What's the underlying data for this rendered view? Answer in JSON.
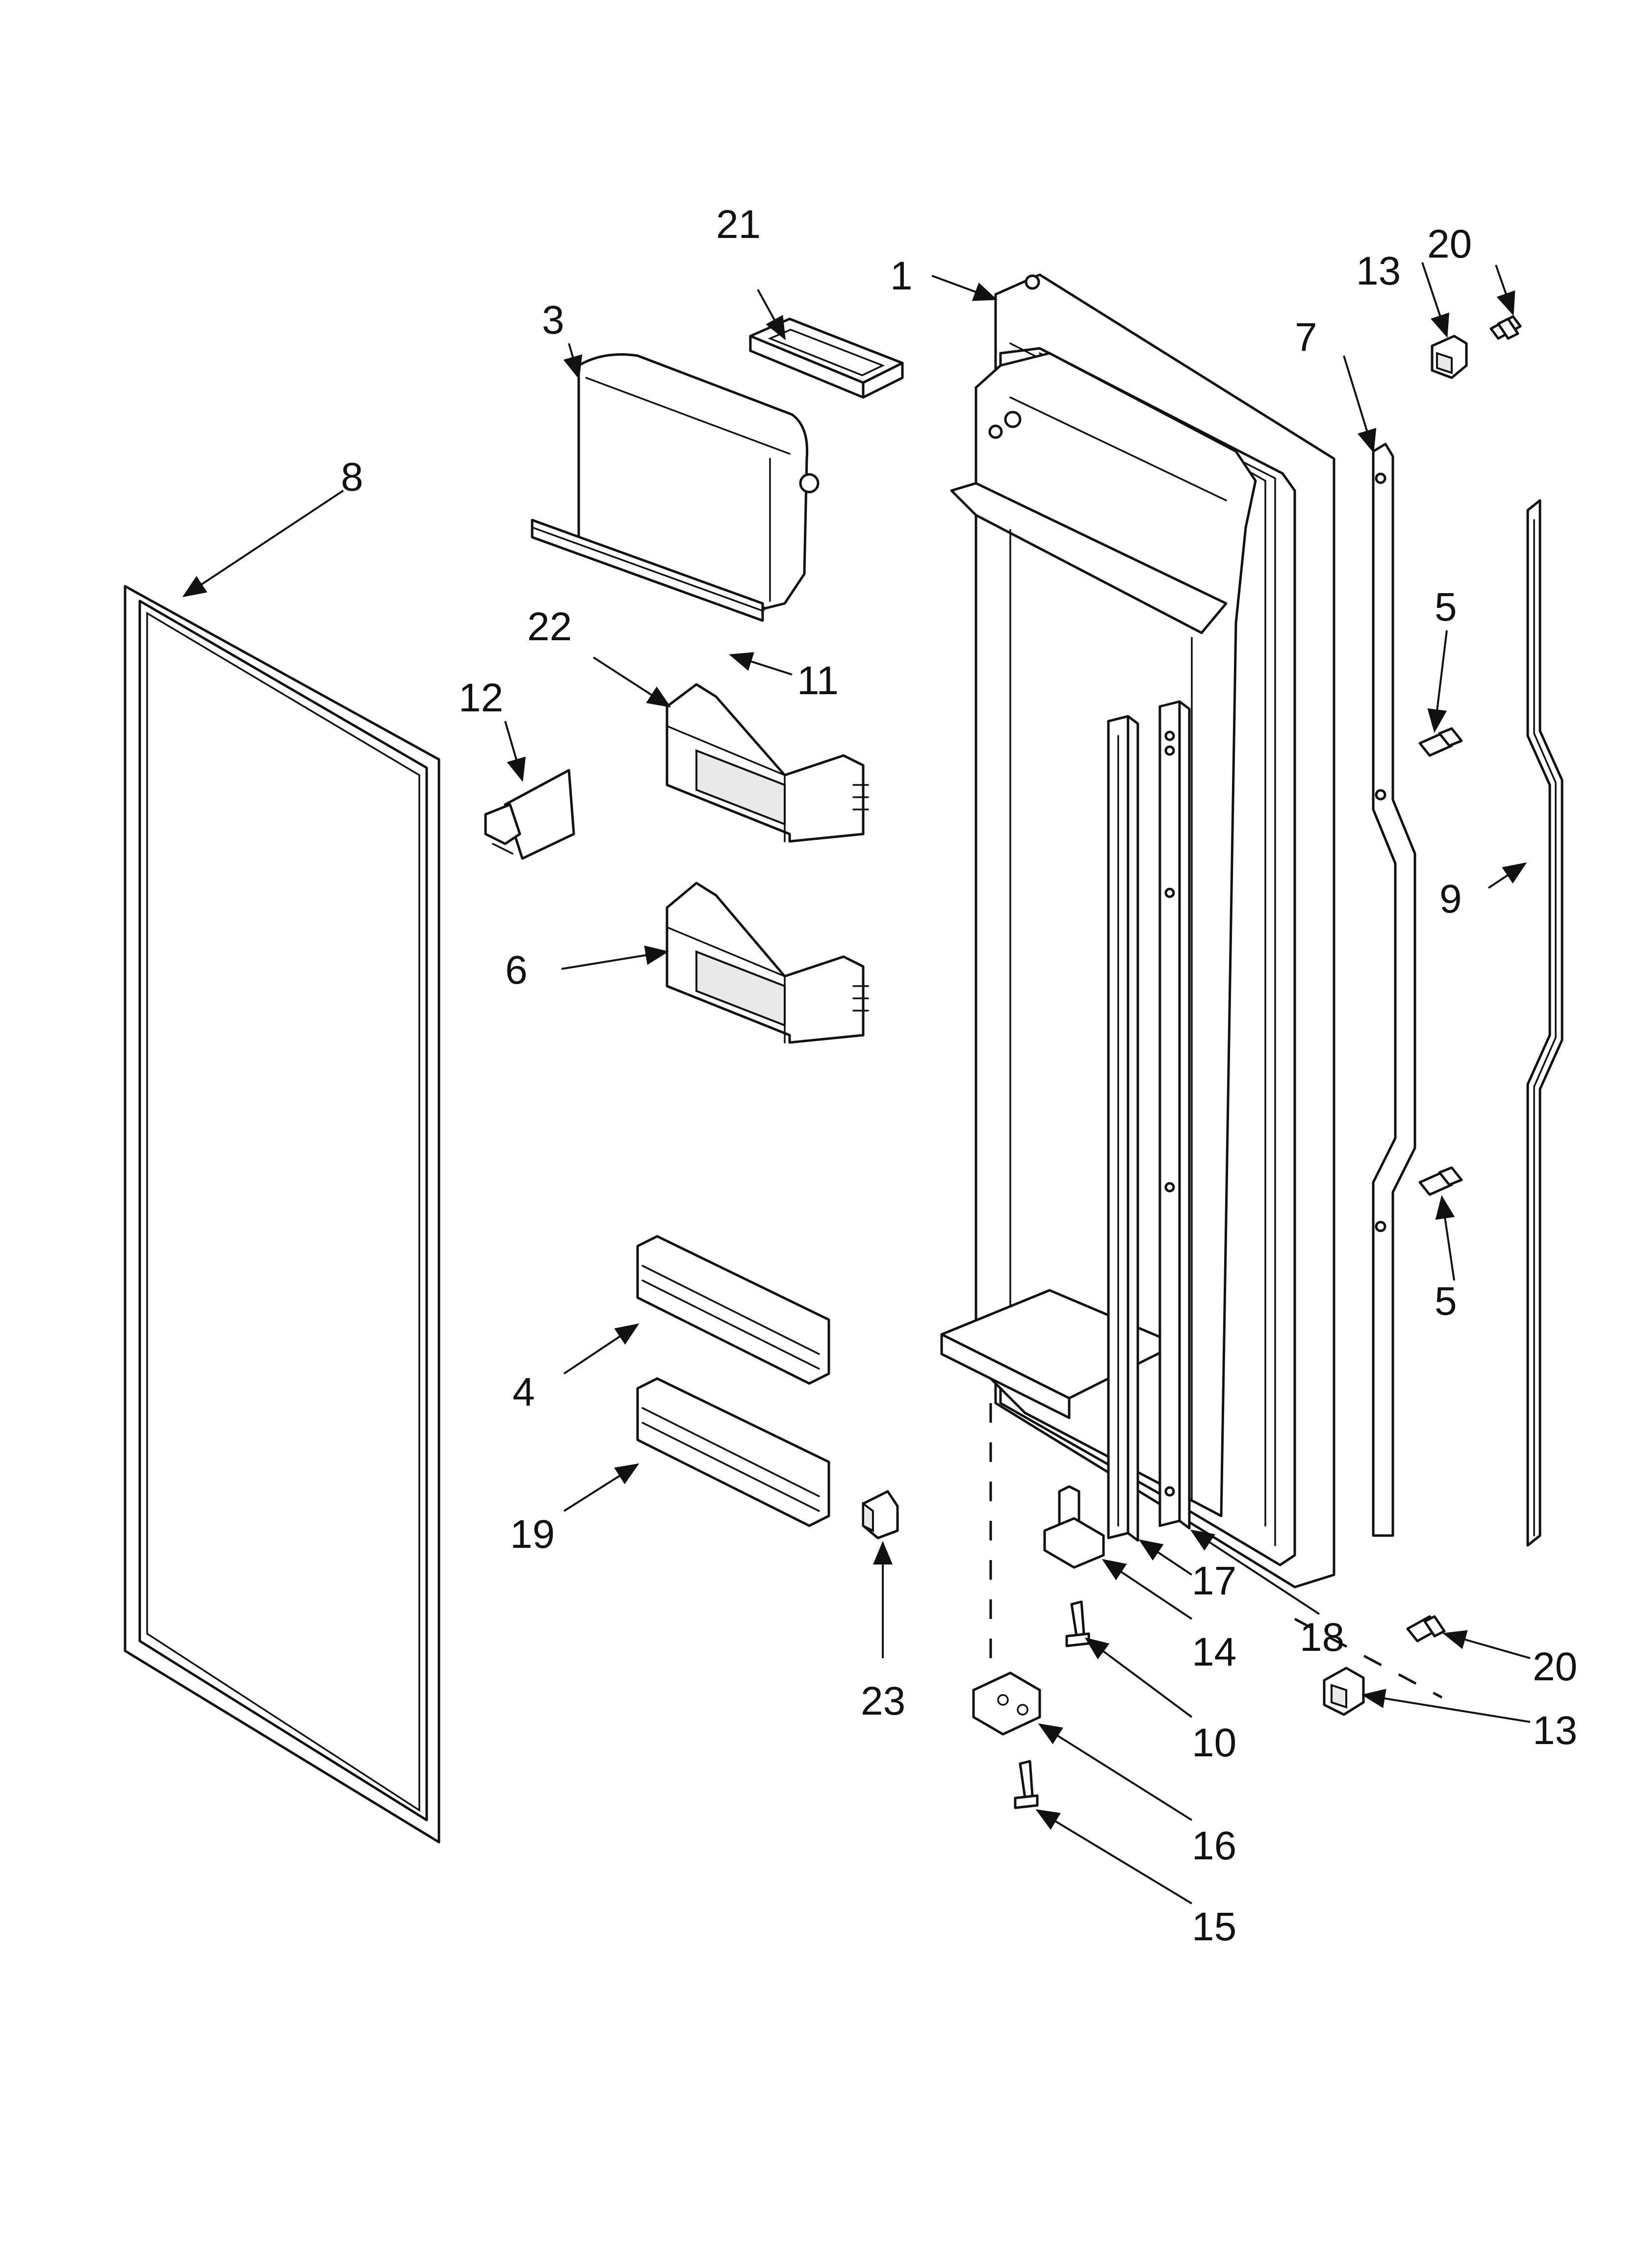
{
  "callouts": {
    "c1": "1",
    "c3": "3",
    "c4": "4",
    "c5a": "5",
    "c5b": "5",
    "c6": "6",
    "c7": "7",
    "c8": "8",
    "c9": "9",
    "c10": "10",
    "c11": "11",
    "c12": "12",
    "c13a": "13",
    "c13b": "13",
    "c14": "14",
    "c15": "15",
    "c16": "16",
    "c17": "17",
    "c18": "18",
    "c19": "19",
    "c20a": "20",
    "c20b": "20",
    "c21": "21",
    "c22": "22",
    "c23": "23"
  }
}
